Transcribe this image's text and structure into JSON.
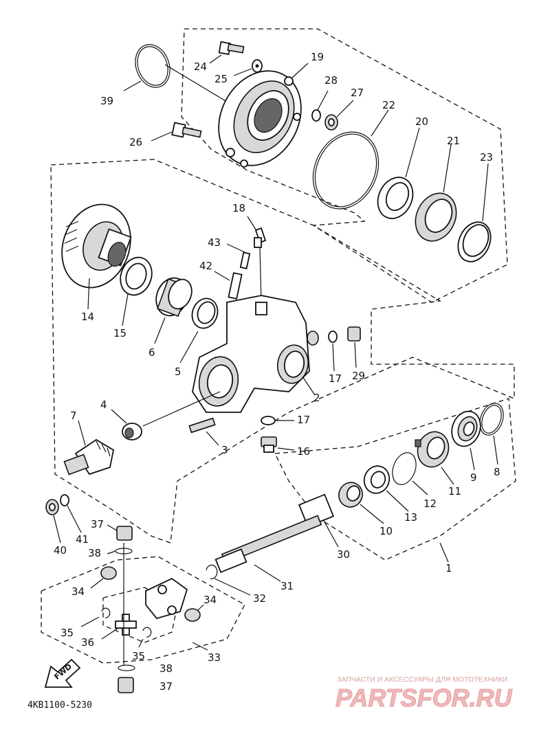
{
  "diagram_code": "4KB1100-5230",
  "fwd_label": "FWD",
  "watermark": {
    "top_text": "ЗАПЧАСТИ И АКСЕССУАРЫ ДЛЯ МОТОТЕХНИКИ",
    "main_text": "PARTSFOR.RU"
  },
  "labels": {
    "p1": "1",
    "p2": "2",
    "p3": "3",
    "p4": "4",
    "p5": "5",
    "p6": "6",
    "p7": "7",
    "p8": "8",
    "p9": "9",
    "p10": "10",
    "p11": "11",
    "p12": "12",
    "p13": "13",
    "p14": "14",
    "p15": "15",
    "p16": "16",
    "p17a": "17",
    "p17b": "17",
    "p18": "18",
    "p19": "19",
    "p20": "20",
    "p21": "21",
    "p22": "22",
    "p23": "23",
    "p24": "24",
    "p25": "25",
    "p26": "26",
    "p27": "27",
    "p28": "28",
    "p29": "29",
    "p30": "30",
    "p31": "31",
    "p32": "32",
    "p33": "33",
    "p34a": "34",
    "p34b": "34",
    "p35a": "35",
    "p35b": "35",
    "p36": "36",
    "p37a": "37",
    "p37b": "37",
    "p38a": "38",
    "p38b": "38",
    "p39": "39",
    "p40": "40",
    "p41": "41",
    "p42": "42",
    "p43": "43"
  }
}
